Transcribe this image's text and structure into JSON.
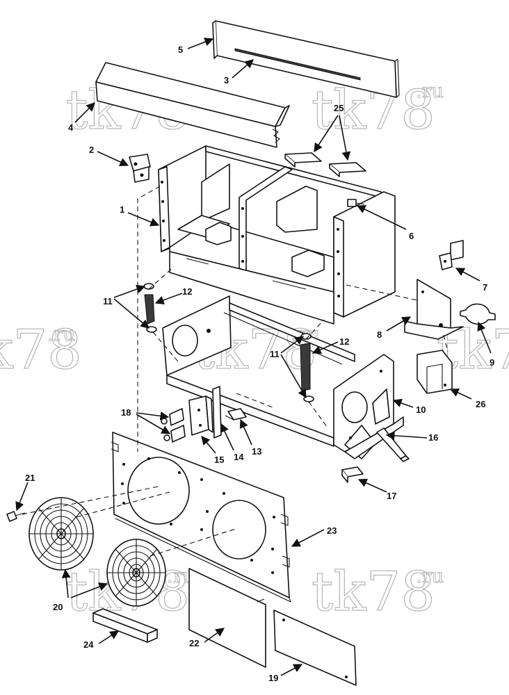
{
  "watermark": {
    "main": "tk78",
    "suffix": ".ru"
  },
  "callouts": {
    "c1": "1",
    "c2": "2",
    "c3": "3",
    "c4": "4",
    "c5": "5",
    "c6": "6",
    "c7": "7",
    "c8": "8",
    "c9": "9",
    "c10": "10",
    "c11a": "11",
    "c11b": "11",
    "c12a": "12",
    "c12b": "12",
    "c13": "13",
    "c14": "14",
    "c15": "15",
    "c16": "16",
    "c17": "17",
    "c18": "18",
    "c19": "19",
    "c20": "20",
    "c21": "21",
    "c22": "22",
    "c23": "23",
    "c24": "24",
    "c25": "25",
    "c26": "26"
  },
  "colors": {
    "ink": "#111111",
    "watermark": "#b8b8b8",
    "background": "#ffffff"
  }
}
